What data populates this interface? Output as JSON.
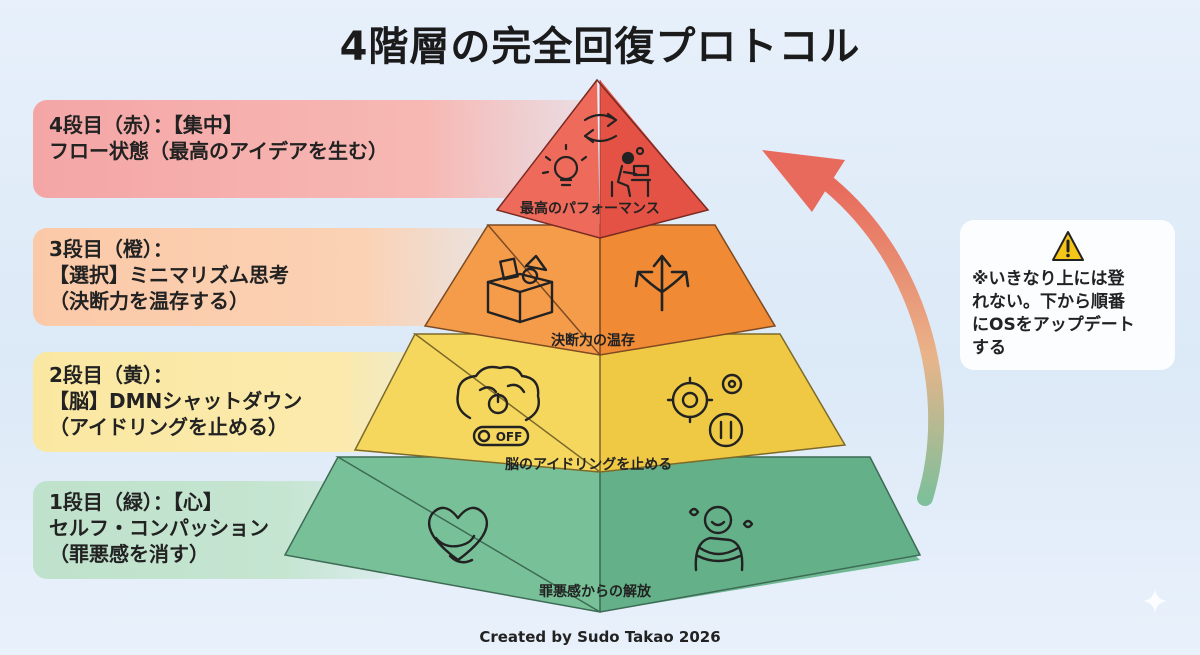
{
  "title": "4階層の完全回復プロトコル",
  "tiers": [
    {
      "level": 4,
      "label_lines": [
        "4段目（赤）：【集中】",
        "フロー状態（最高のアイデアを生む）"
      ],
      "caption": "最高のパフォーマンス",
      "color": "#e8584a",
      "icons": [
        "refresh-arrows-icon",
        "lightbulb-icon",
        "person-at-desk-icon"
      ]
    },
    {
      "level": 3,
      "label_lines": [
        "3段目（橙）：",
        "【選択】ミニマリズム思考",
        "（決断力を温存する）"
      ],
      "caption": "決断力の温存",
      "color": "#f4903a",
      "icons": [
        "box-icon",
        "fork-arrows-icon"
      ]
    },
    {
      "level": 2,
      "label_lines": [
        "2段目（黄）：",
        "【脳】DMNシャットダウン",
        "（アイドリングを止める）"
      ],
      "caption": "脳のアイドリングを止める",
      "color": "#f4d04e",
      "icons": [
        "brain-off-icon",
        "gears-pause-icon"
      ],
      "off_text": "OFF"
    },
    {
      "level": 1,
      "label_lines": [
        "1段目（緑）：【心】",
        "セルフ・コンパッション",
        "（罪悪感を消す）"
      ],
      "caption": "罪悪感からの解放",
      "color": "#6eb892",
      "icons": [
        "heart-hug-icon",
        "self-hug-icon"
      ]
    }
  ],
  "note": {
    "icon": "warning-icon",
    "lines": [
      "※いきなり上には登",
      "れない。下から順番",
      "にOSをアップデート",
      "する"
    ]
  },
  "credit": "Created by Sudo Takao 2026"
}
